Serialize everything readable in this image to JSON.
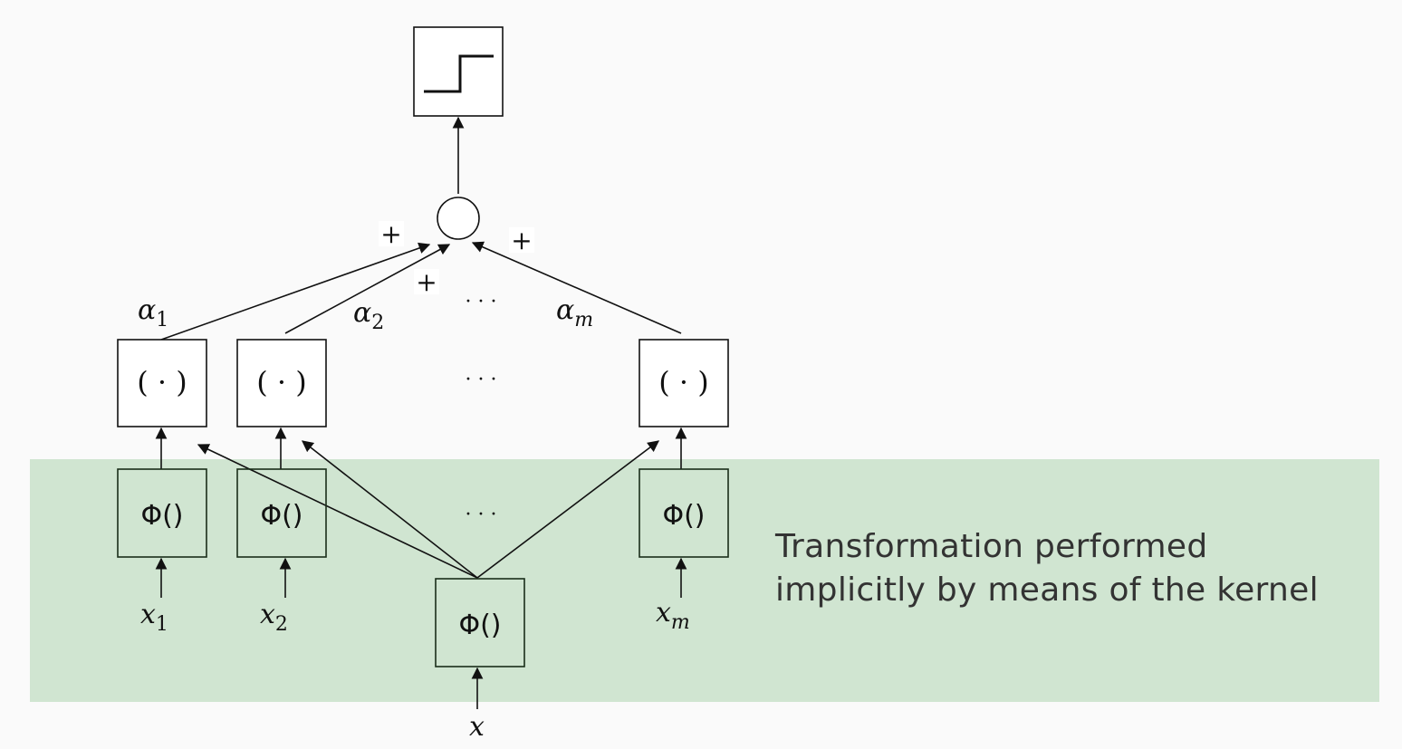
{
  "colors": {
    "background": "#fafafa",
    "shaded_region": "#d0e5d1",
    "stroke": "#111111"
  },
  "output_unit": {
    "icon": "step-function-icon"
  },
  "summation": {
    "plus_left": "+",
    "plus_mid": "+",
    "plus_right": "+"
  },
  "weights": {
    "alpha1": "α",
    "alpha1_sub": "1",
    "alpha2": "α",
    "alpha2_sub": "2",
    "alpham": "α",
    "alpham_sub": "m"
  },
  "ellipsis": "· · ·",
  "kernel_boxes": {
    "label": "( · )"
  },
  "phi_boxes": {
    "label": "Φ()"
  },
  "inputs": {
    "x1": "x",
    "x1_sub": "1",
    "x2": "x",
    "x2_sub": "2",
    "xm": "x",
    "xm_sub": "m",
    "x": "x"
  },
  "caption": {
    "line1": "Transformation performed",
    "line2": "implicitly by means of the kernel"
  }
}
